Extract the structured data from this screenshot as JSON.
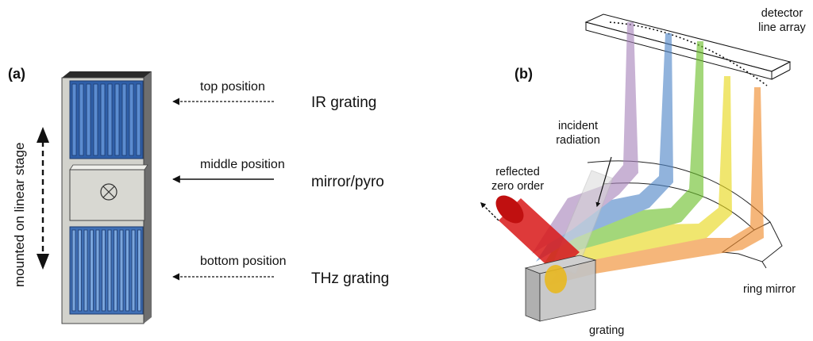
{
  "panel_a": {
    "label": "(a)",
    "stage_label": "mounted on linear stage",
    "positions": [
      {
        "position": "top position",
        "element": "IR  grating"
      },
      {
        "position": "middle position",
        "element": "mirror/pyro"
      },
      {
        "position": "bottom position",
        "element": "THz  grating"
      }
    ]
  },
  "panel_b": {
    "label": "(b)",
    "detector": [
      "detector",
      "line array"
    ],
    "incident": [
      "incident",
      "radiation"
    ],
    "reflected": [
      "reflected",
      "zero order"
    ],
    "grating": "grating",
    "ring_mirror": "ring mirror"
  },
  "colors": {
    "grating_blue": "#3f6fb5",
    "beam_red": "#d81818",
    "beam_orange": "#ef8a2a",
    "beam_yellow": "#e8d818",
    "beam_green": "#6cc02a",
    "beam_blue": "#4f86c8",
    "beam_purple": "#a884bb"
  }
}
